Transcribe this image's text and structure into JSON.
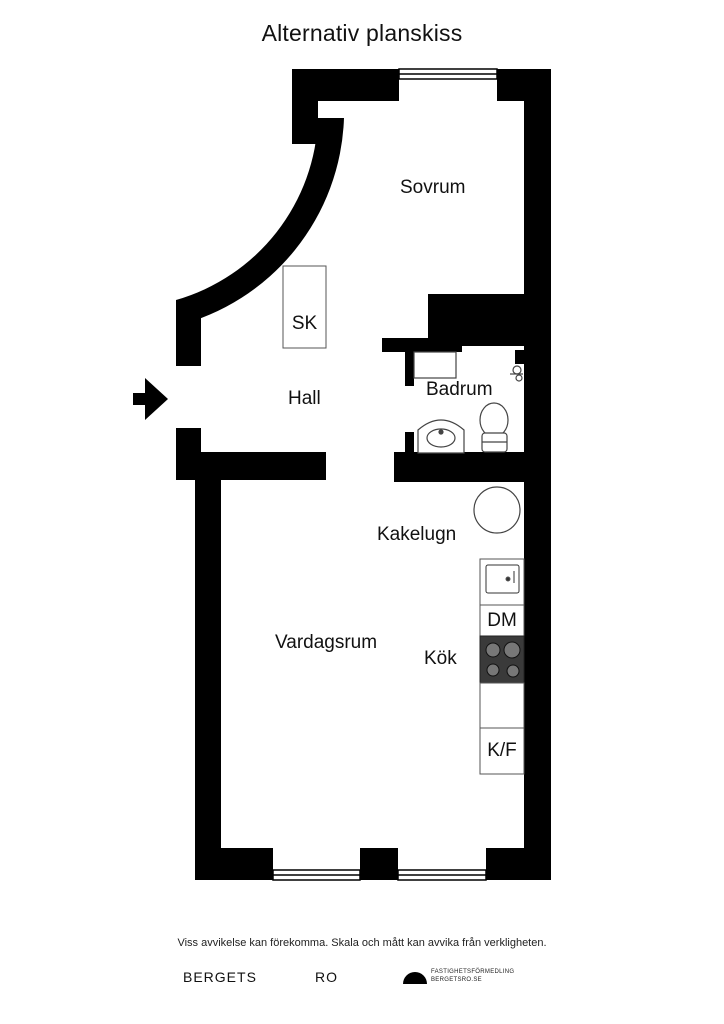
{
  "title": "Alternativ planskiss",
  "rooms": {
    "sovrum": "Sovrum",
    "hall": "Hall",
    "badrum": "Badrum",
    "kakelugn": "Kakelugn",
    "vardagsrum": "Vardagsrum",
    "kok": "Kök"
  },
  "fixtures": {
    "wardrobe": "SK",
    "dishwasher": "DM",
    "fridge_freezer": "K/F"
  },
  "icons": {
    "entrance": "entrance-arrow-icon",
    "stove": "stove-icon",
    "sink": "kitchen-sink-icon",
    "washbasin": "washbasin-icon",
    "toilet": "toilet-icon",
    "shower": "shower-icon",
    "tiled_stove": "tiled-stove-icon",
    "logo": "half-circle-logo-icon"
  },
  "footer": {
    "disclaimer": "Viss avvikelse kan förekomma. Skala och mått kan avvika från verkligheten.",
    "brand_left": "BERGETS",
    "brand_right": "RO",
    "agency_line1": "FASTIGHETSFÖRMEDLING",
    "agency_line2": "BERGETSRO.SE"
  },
  "colors": {
    "wall": "#000000",
    "background": "#ffffff",
    "fixture_outline": "#555555",
    "stove_fill": "#3a3a3a"
  }
}
